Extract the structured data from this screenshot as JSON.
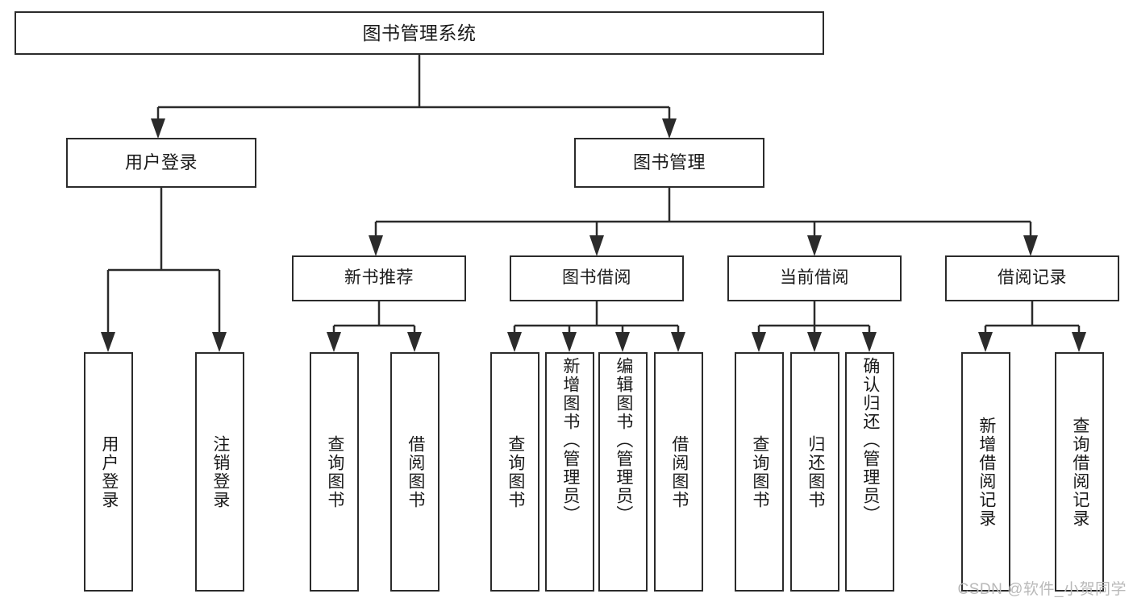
{
  "diagram": {
    "type": "tree-hierarchy",
    "title": "图书管理系统",
    "root": {
      "id": "root",
      "label": "图书管理系统"
    },
    "level2": [
      {
        "id": "user-login",
        "label": "用户登录"
      },
      {
        "id": "book-manage",
        "label": "图书管理"
      }
    ],
    "level3": [
      {
        "id": "new-book-rec",
        "label": "新书推荐",
        "parent": "book-manage"
      },
      {
        "id": "book-borrow",
        "label": "图书借阅",
        "parent": "book-manage"
      },
      {
        "id": "current-borrow",
        "label": "当前借阅",
        "parent": "book-manage"
      },
      {
        "id": "borrow-record",
        "label": "借阅记录",
        "parent": "book-manage"
      }
    ],
    "leaves": [
      {
        "id": "leaf-user-login",
        "label": "用户登录",
        "parent": "user-login"
      },
      {
        "id": "leaf-user-logout",
        "label": "注销登录",
        "parent": "user-login"
      },
      {
        "id": "leaf-rec-query",
        "label": "查询图书",
        "parent": "new-book-rec"
      },
      {
        "id": "leaf-rec-borrow",
        "label": "借阅图书",
        "parent": "new-book-rec"
      },
      {
        "id": "leaf-borrow-query",
        "label": "查询图书",
        "parent": "book-borrow"
      },
      {
        "id": "leaf-borrow-add",
        "label": "新增图书（管理员）",
        "parent": "book-borrow"
      },
      {
        "id": "leaf-borrow-edit",
        "label": "编辑图书（管理员）",
        "parent": "book-borrow"
      },
      {
        "id": "leaf-borrow-do",
        "label": "借阅图书",
        "parent": "book-borrow"
      },
      {
        "id": "leaf-cur-query",
        "label": "查询图书",
        "parent": "current-borrow"
      },
      {
        "id": "leaf-cur-return",
        "label": "归还图书",
        "parent": "current-borrow"
      },
      {
        "id": "leaf-cur-confirm",
        "label": "确认归还（管理员）",
        "parent": "current-borrow"
      },
      {
        "id": "leaf-rec-add",
        "label": "新增借阅记录",
        "parent": "borrow-record"
      },
      {
        "id": "leaf-rec-query-record",
        "label": "查询借阅记录",
        "parent": "borrow-record"
      }
    ]
  },
  "watermark": {
    "text": "CSDN @软件_小贺同学"
  },
  "colors": {
    "border": "#2b2b2b",
    "background": "#ffffff",
    "text": "#1a1a1a",
    "watermark": "#b9b9b9"
  }
}
